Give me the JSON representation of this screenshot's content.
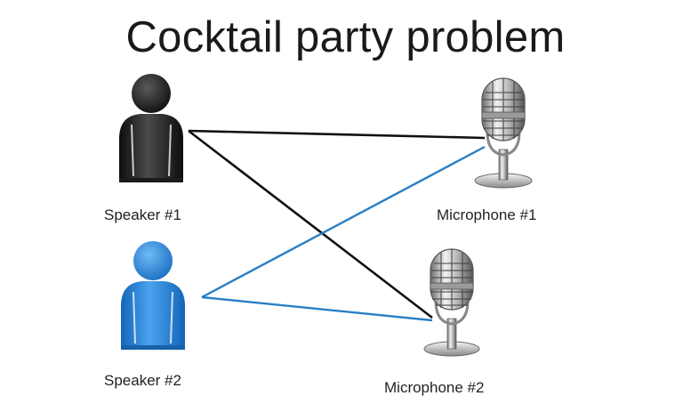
{
  "title": "Cocktail party problem",
  "speakers": [
    {
      "label": "Speaker #1",
      "color": "#2b2b2b"
    },
    {
      "label": "Speaker #2",
      "color": "#2f86d6"
    }
  ],
  "microphones": [
    {
      "label": "Microphone #1"
    },
    {
      "label": "Microphone #2"
    }
  ],
  "connections": [
    {
      "from": "Speaker #1",
      "to": "Microphone #1",
      "color": "#111111"
    },
    {
      "from": "Speaker #1",
      "to": "Microphone #2",
      "color": "#111111"
    },
    {
      "from": "Speaker #2",
      "to": "Microphone #1",
      "color": "#2a7fc4"
    },
    {
      "from": "Speaker #2",
      "to": "Microphone #2",
      "color": "#2a7fc4"
    }
  ]
}
